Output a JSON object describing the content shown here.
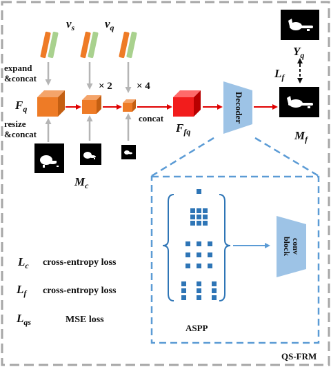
{
  "labels": {
    "vs": "v",
    "vs_sub": "s",
    "vq": "v",
    "vq_sub": "q",
    "expand": "expand",
    "expand_concat": "&concat",
    "resize": "resize",
    "resize_concat": "&concat",
    "fq": "F",
    "fq_sub": "q",
    "x2": "× 2",
    "x4": "× 4",
    "concat": "concat",
    "ffq": "F",
    "ffq_sub": "fq",
    "decoder": "Decoder",
    "yq": "Y",
    "yq_sub": "q",
    "lf_top": "L",
    "lf_top_sub": "f",
    "mf": "M",
    "mf_sub": "f",
    "mc": "M",
    "mc_sub": "c",
    "aspp": "ASPP",
    "conv_block_line1": "conv",
    "conv_block_line2": "block",
    "module_name": "QS-FRM"
  },
  "losses": [
    {
      "sym": "L",
      "sub": "c",
      "text": "cross-entropy loss"
    },
    {
      "sym": "L",
      "sub": "f",
      "text": "cross-entropy loss"
    },
    {
      "sym": "L",
      "sub": "qs",
      "text": "MSE loss"
    }
  ],
  "colors": {
    "orange": "#ee7b26",
    "red": "#f21c1c",
    "green": "#a9d18e",
    "decoder_blue": "#9dc3e6",
    "dash_blue": "#5b9bd5",
    "aspp_blue": "#2e75b6",
    "arrow_red": "#e00000",
    "arrow_gray": "#b0b0b0"
  }
}
